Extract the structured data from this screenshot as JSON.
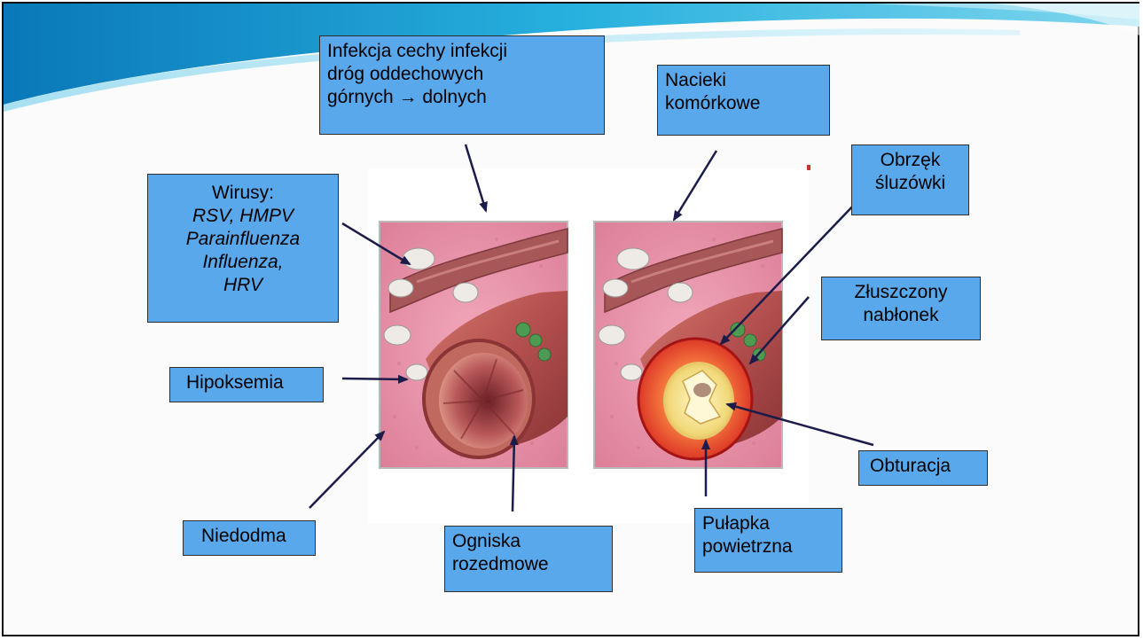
{
  "labels": {
    "infection": {
      "lines": [
        "Infekcja cechy infekcji",
        "dróg oddechowych",
        "górnych → dolnych"
      ]
    },
    "infiltrates": {
      "lines": [
        "Nacieki",
        "komórkowe"
      ]
    },
    "viruses": {
      "title": "Wirusy:",
      "lines": [
        "RSV, HMPV",
        "Parainfluenza",
        "Influenza,",
        "HRV"
      ]
    },
    "edema": {
      "lines": [
        "Obrzęk",
        "śluzówki"
      ]
    },
    "epithelium": {
      "lines": [
        "Złuszczony",
        "nabłonek"
      ]
    },
    "hypoxemia": {
      "lines": [
        "Hipoksemia"
      ]
    },
    "obstruction": {
      "lines": [
        "Obturacja"
      ]
    },
    "atelectasis": {
      "lines": [
        "Niedodma"
      ]
    },
    "emphysema": {
      "lines": [
        "Ogniska",
        "rozedmowe"
      ]
    },
    "air_trap": {
      "lines": [
        "Pułapka",
        "powietrzna"
      ]
    }
  },
  "colors": {
    "label_fill": "#5aa8ec",
    "arrow": "#1c1c4a",
    "tissue": "#e58ea5",
    "airway": "#b84e52"
  },
  "panels": [
    "normal-bronchiole-illustration",
    "inflamed-bronchiole-illustration"
  ]
}
